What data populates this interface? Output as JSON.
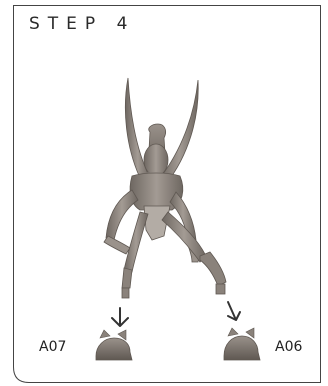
{
  "step": {
    "title": "STEP 4"
  },
  "parts": [
    {
      "id": "A07",
      "label": "A07"
    },
    {
      "id": "A06",
      "label": "A06"
    }
  ],
  "colors": {
    "model": "#8a827b",
    "model_shade": "#5f5852",
    "model_light": "#b3aca5",
    "frame": "#444444",
    "arrow": "#333333"
  },
  "icons": {
    "arrow_a07": "arrow-down-icon",
    "arrow_a06": "arrow-down-icon"
  }
}
